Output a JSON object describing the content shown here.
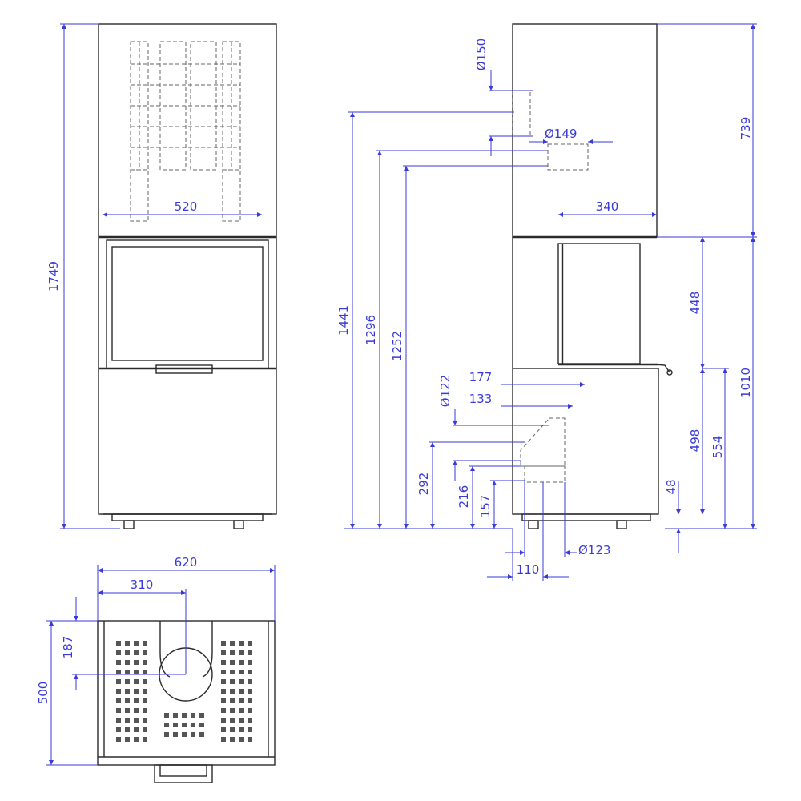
{
  "dimensions": {
    "front": {
      "height": "1749",
      "flue_spacing": "520"
    },
    "side": {
      "top_flue_dia": "Ø150",
      "rear_flue_dia": "Ø149",
      "depth_top": "340",
      "top_section": "739",
      "h_1441": "1441",
      "h_1296": "1296",
      "h_1252": "1252",
      "glass_height": "448",
      "hearth_height": "1010",
      "air_dia": "Ø122",
      "d_177": "177",
      "d_133": "133",
      "h_498": "498",
      "h_554": "554",
      "h_292": "292",
      "h_216": "216",
      "h_157": "157",
      "feet": "48",
      "outlet_dia": "Ø123",
      "d_110": "110"
    },
    "top": {
      "width": "620",
      "half_width": "310",
      "flue_offset": "187",
      "depth": "500"
    }
  }
}
